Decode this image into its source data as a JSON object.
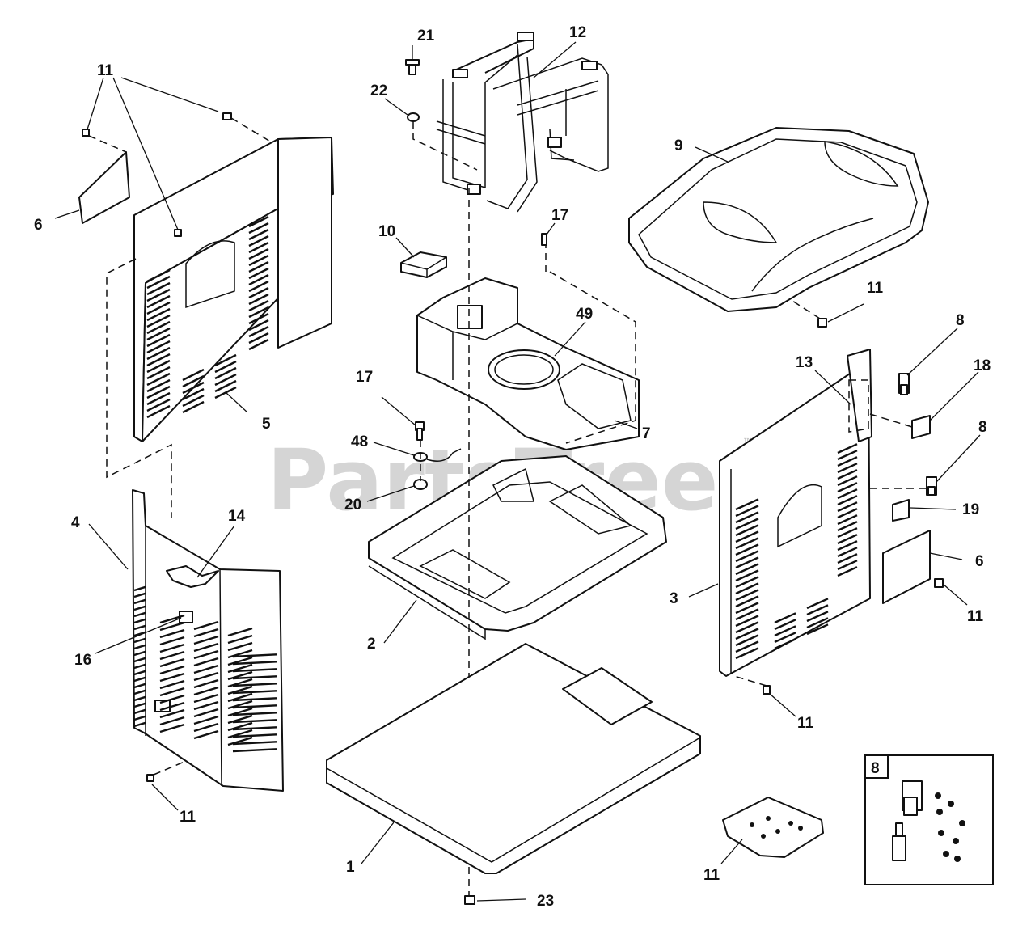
{
  "watermark": {
    "text": "PartsTree",
    "trademark": "™"
  },
  "callouts": {
    "c1": "1",
    "c2": "2",
    "c3": "3",
    "c4": "4",
    "c5": "5",
    "c6_left": "6",
    "c6_right": "6",
    "c7": "7",
    "c8_top": "8",
    "c8_mid": "8",
    "c9": "9",
    "c10": "10",
    "c11_topleft": "11",
    "c11_cover": "11",
    "c11_right": "11",
    "c11_rightbottom": "11",
    "c11_leftbottom": "11",
    "c11_bag": "11",
    "c12": "12",
    "c13": "13",
    "c14": "14",
    "c16": "16",
    "c17_top": "17",
    "c17_mid": "17",
    "c18": "18",
    "c19": "19",
    "c20": "20",
    "c21": "21",
    "c22": "22",
    "c23": "23",
    "c48": "48",
    "c49": "49"
  },
  "kit_box": {
    "label": "8"
  }
}
